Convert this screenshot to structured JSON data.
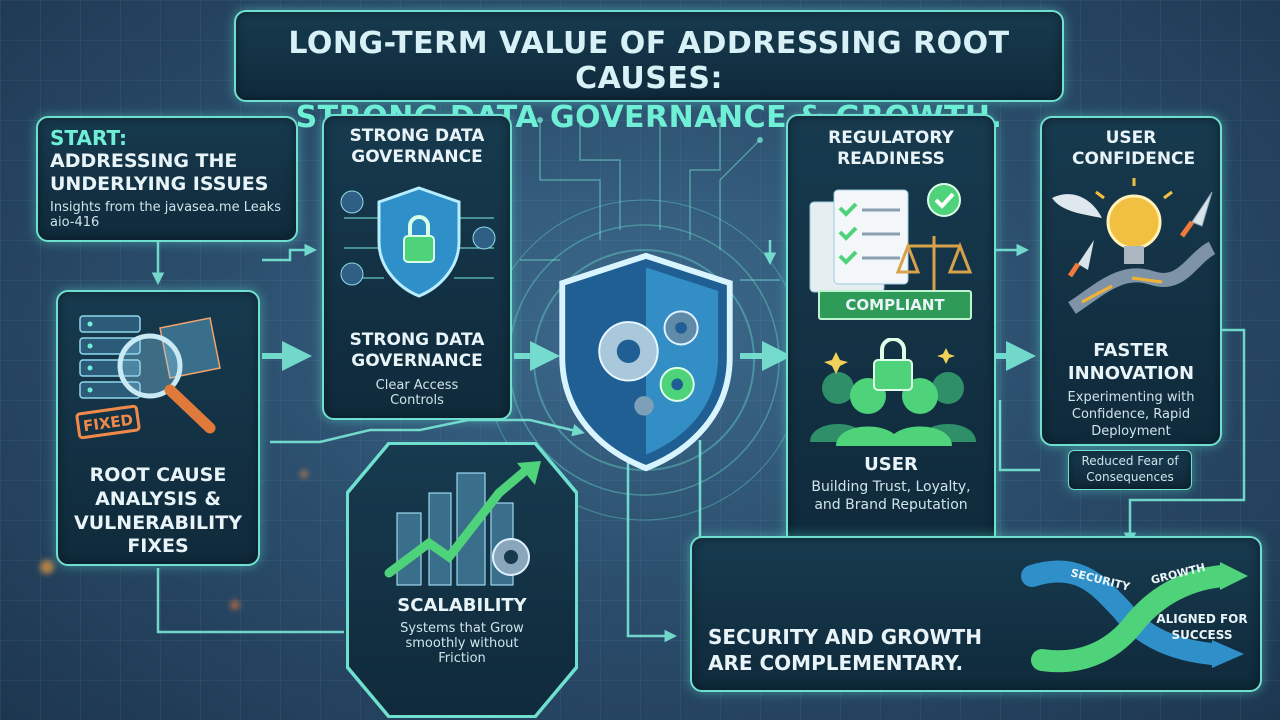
{
  "title": {
    "line1": "LONG-TERM VALUE OF ADDRESSING ROOT CAUSES:",
    "line2": "STRONG DATA GOVERNANCE & GROWTH."
  },
  "start": {
    "heading_prefix": "START:",
    "heading": "ADDRESSING THE UNDERLYING ISSUES",
    "note": "Insights from the javasea.me Leaks aio-416"
  },
  "root_cause": {
    "stamp": "FIXED",
    "heading": "ROOT CAUSE ANALYSIS & VULNERABILITY FIXES"
  },
  "governance": {
    "top_heading": "STRONG DATA GOVERNANCE",
    "heading": "STRONG DATA GOVERNANCE",
    "sub": "Clear Access Controls"
  },
  "scalability": {
    "heading": "SCALABILITY",
    "sub": "Systems that Grow smoothly without Friction"
  },
  "regulatory": {
    "heading": "REGULATORY READINESS",
    "banner": "COMPLIANT",
    "heading2": "USER",
    "sub": "Building Trust, Loyalty, and Brand Reputation"
  },
  "confidence": {
    "heading": "USER CONFIDENCE",
    "heading2": "FASTER INNOVATION",
    "sub": "Experimenting with Confidence, Rapid Deployment",
    "tag": "Reduced Fear of Consequences"
  },
  "complementary": {
    "heading": "SECURITY AND GROWTH ARE COMPLEMENTARY.",
    "arrow_security": "SECURITY",
    "arrow_growth": "GROWTH",
    "aligned": "ALIGNED FOR SUCCESS"
  },
  "colors": {
    "accent": "#6fe0cf",
    "panel": "#173a4e",
    "shield": "#2f8fc8",
    "green": "#4fd37a",
    "amber": "#f2b233"
  }
}
